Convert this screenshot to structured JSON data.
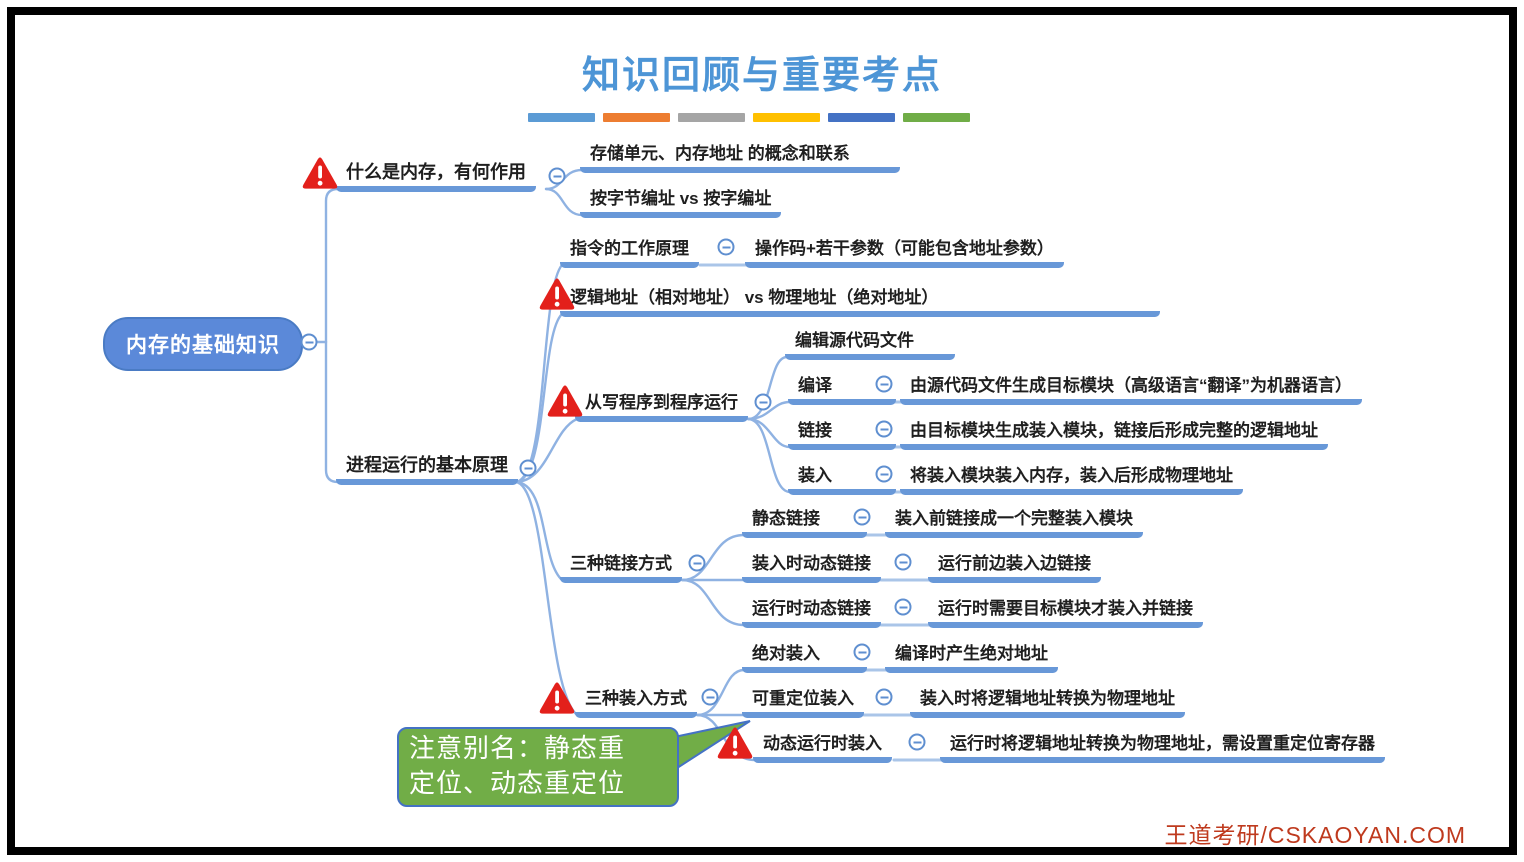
{
  "title": "知识回顾与重要考点",
  "legend": {
    "colors": [
      "#5b9bd5",
      "#ed7d31",
      "#a5a5a5",
      "#ffc000",
      "#4472c4",
      "#70ad47"
    ]
  },
  "root": "内存的基础知识",
  "topics": {
    "what_is_memory": "什么是内存，有何作用",
    "storage_unit": "存储单元、内存地址 的概念和联系",
    "byte_addressing": "按字节编址 vs 按字编址",
    "process_principle": "进程运行的基本原理",
    "instruction_principle": "指令的工作原理",
    "opcode": "操作码+若干参数（可能包含地址参数）",
    "logical_physical": "逻辑地址（相对地址） vs 物理地址（绝对地址）",
    "program_to_run": "从写程序到程序运行",
    "edit_source": "编辑源代码文件",
    "compile": "编译",
    "compile_desc": "由源代码文件生成目标模块（高级语言“翻译”为机器语言）",
    "link": "链接",
    "link_desc": "由目标模块生成装入模块，链接后形成完整的逻辑地址",
    "load": "装入",
    "load_desc": "将装入模块装入内存，装入后形成物理地址",
    "three_link": "三种链接方式",
    "static_link": "静态链接",
    "static_link_desc": "装入前链接成一个完整装入模块",
    "load_time_link": "装入时动态链接",
    "load_time_link_desc": "运行前边装入边链接",
    "run_time_link": "运行时动态链接",
    "run_time_link_desc": "运行时需要目标模块才装入并链接",
    "three_load": "三种装入方式",
    "absolute_load": "绝对装入",
    "absolute_load_desc": "编译时产生绝对地址",
    "relocatable_load": "可重定位装入",
    "relocatable_load_desc": "装入时将逻辑地址转换为物理地址",
    "dynamic_load": "动态运行时装入",
    "dynamic_load_desc": "运行时将逻辑地址转换为物理地址，需设置重定位寄存器"
  },
  "callout": {
    "line1": "注意别名：静态重",
    "line2": "定位、动态重定位"
  },
  "footer": "王道考研/CSKAOYAN.COM",
  "colors": {
    "line_blue": "#6898d8",
    "title_blue": "#4d95d6",
    "root_fill": "#5b89d9",
    "warning_red": "#e3201b",
    "callout_green": "#71ad47",
    "callout_border": "#4472c4",
    "footer_red": "#bf3a1e"
  }
}
